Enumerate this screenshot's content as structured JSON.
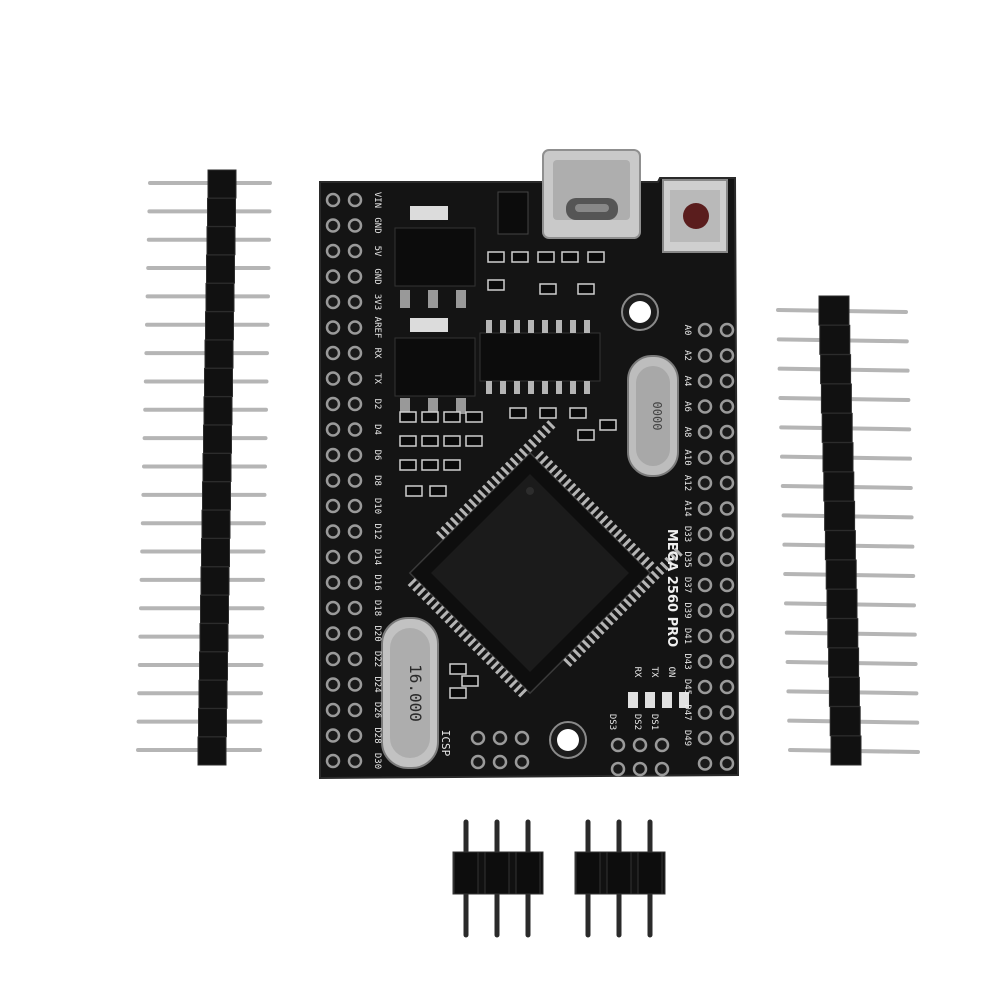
{
  "colors": {
    "background": "#ffffff",
    "pcb": "#141414",
    "pcb_edge": "#2a2a2a",
    "silkscreen": "#e8e8e8",
    "pad": "#9a9a9a",
    "header_plastic": "#111111",
    "pin_metal": "#b5b5b5",
    "usb_metal": "#c9c9c9",
    "button_cap": "#5a1d1d"
  },
  "board": {
    "model_label": "MEGA 2560 PRO",
    "crystal_main": "16.000",
    "crystal_small": "0000",
    "icsp_label": "ICSP",
    "rx_label": "RX",
    "tx_label": "TX",
    "on_label": "ON",
    "led_labels": [
      "DS1",
      "DS2",
      "DS3"
    ],
    "left_row_labels": [
      "VIN",
      "GND",
      "5V",
      "GND",
      "3V3",
      "AREF",
      "RX",
      "TX",
      "D2",
      "D4",
      "D6",
      "D8",
      "D10",
      "D12",
      "D14",
      "D16",
      "D18",
      "D20",
      "D22",
      "D24",
      "D26",
      "D28",
      "D30"
    ],
    "right_row_labels": [
      "A0",
      "A2",
      "A4",
      "A6",
      "A8",
      "A10",
      "A12",
      "A14",
      "D33",
      "D35",
      "D37",
      "D39",
      "D41",
      "D43",
      "D45",
      "D47",
      "D49"
    ]
  },
  "icons": {
    "usb": "usb-c-connector-icon",
    "button": "reset-button-icon",
    "mcu": "microcontroller-chip-icon"
  }
}
